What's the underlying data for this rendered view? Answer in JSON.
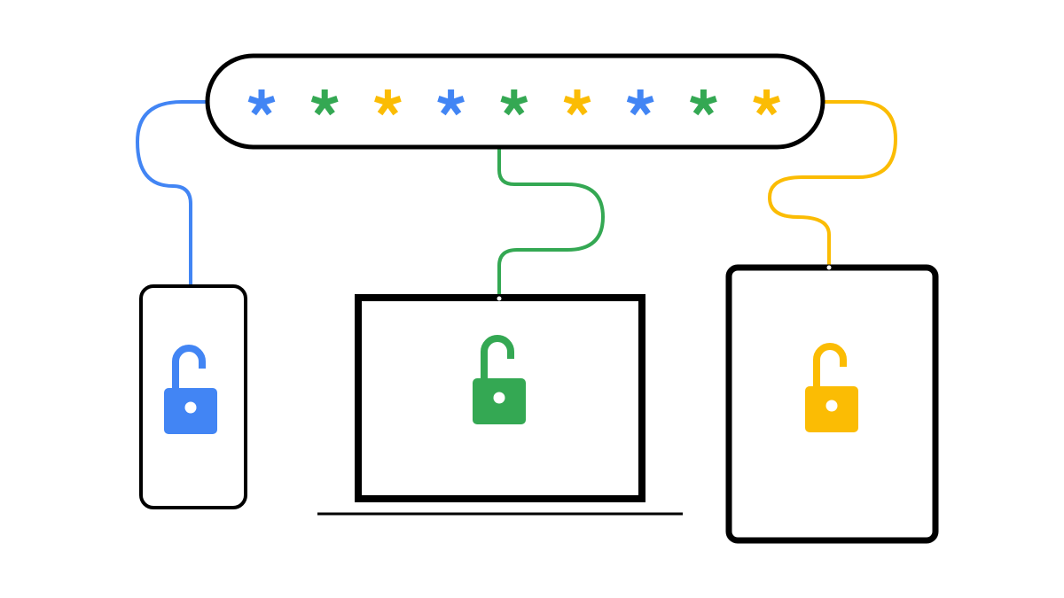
{
  "colors": {
    "blue": "#4285F4",
    "green": "#34A853",
    "yellow": "#FBBC04",
    "outline": "#000000"
  },
  "password_field": {
    "masked_characters": [
      "blue",
      "green",
      "yellow",
      "blue",
      "green",
      "yellow",
      "blue",
      "green",
      "yellow"
    ]
  },
  "devices": [
    {
      "type": "phone",
      "lock_state": "unlocked",
      "color": "blue",
      "icon": "unlocked-padlock-icon"
    },
    {
      "type": "laptop",
      "lock_state": "unlocked",
      "color": "green",
      "icon": "unlocked-padlock-icon"
    },
    {
      "type": "tablet",
      "lock_state": "unlocked",
      "color": "yellow",
      "icon": "unlocked-padlock-icon"
    }
  ]
}
